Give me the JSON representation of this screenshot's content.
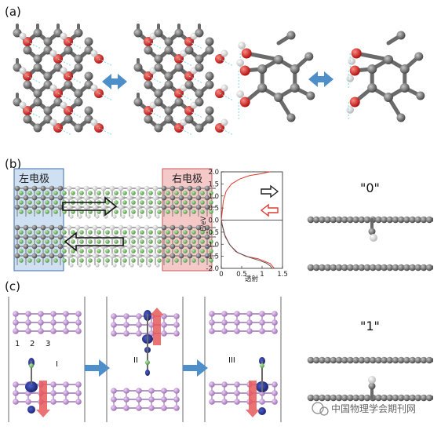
{
  "panels": {
    "a": {
      "label": "(a)"
    },
    "b": {
      "label": "(b)",
      "left_electrode": "左电极",
      "right_electrode": "右电极",
      "state_0": "\"0\""
    },
    "c": {
      "label": "(c)",
      "atom_numbers": [
        "1",
        "2",
        "3"
      ],
      "stages": [
        "I",
        "II",
        "III"
      ],
      "state_1": "\"1\""
    }
  },
  "chart_data": {
    "type": "line",
    "ylabel": "E/eV",
    "xlabel": "透射",
    "ylim": [
      -2.0,
      2.0
    ],
    "xlim": [
      0,
      1.5
    ],
    "y_ticks": [
      "2.0",
      "1.5",
      "1.0",
      "0.5",
      "0.0",
      "-0.5",
      "-1.0",
      "-1.5",
      "-2.0"
    ],
    "x_ticks": [
      "0",
      "0.5",
      "1",
      "1.5"
    ],
    "series": [
      {
        "color": "#e03a2f",
        "points": [
          [
            0.0,
            0.0
          ],
          [
            0.02,
            0.3
          ],
          [
            0.05,
            0.8
          ],
          [
            0.12,
            1.2
          ],
          [
            0.25,
            1.5
          ],
          [
            0.45,
            1.7
          ],
          [
            0.7,
            1.85
          ],
          [
            1.0,
            1.93
          ],
          [
            1.1,
            1.97
          ],
          [
            1.2,
            2.0
          ],
          [
            0.02,
            -0.2
          ],
          [
            0.08,
            -0.6
          ],
          [
            0.2,
            -1.0
          ],
          [
            0.35,
            -1.3
          ],
          [
            0.6,
            -1.5
          ],
          [
            0.9,
            -1.6
          ],
          [
            1.05,
            -1.7
          ],
          [
            1.2,
            -1.8
          ],
          [
            1.25,
            -1.9
          ],
          [
            1.3,
            -2.0
          ]
        ]
      },
      {
        "color": "#555555",
        "points": [
          [
            0.0,
            0.0
          ],
          [
            0.03,
            -0.25
          ],
          [
            0.1,
            -0.7
          ],
          [
            0.22,
            -1.05
          ],
          [
            0.4,
            -1.35
          ],
          [
            0.7,
            -1.55
          ],
          [
            0.95,
            -1.68
          ],
          [
            1.1,
            -1.78
          ],
          [
            1.2,
            -1.9
          ],
          [
            1.25,
            -2.0
          ]
        ]
      }
    ]
  },
  "watermark": {
    "text": "中国物理学会期刊网"
  },
  "colors": {
    "carbon": "#6f6f6f",
    "oxygen": "#d42020",
    "hydrogen": "#eeeeee",
    "left_box": "#cfe0f2",
    "right_box": "#f6c9c9",
    "arrow_blue": "#4f8fc9",
    "p_atom": "#c79ad8",
    "orbital": "#2c3ea0",
    "red_arrow": "#e8595a"
  }
}
